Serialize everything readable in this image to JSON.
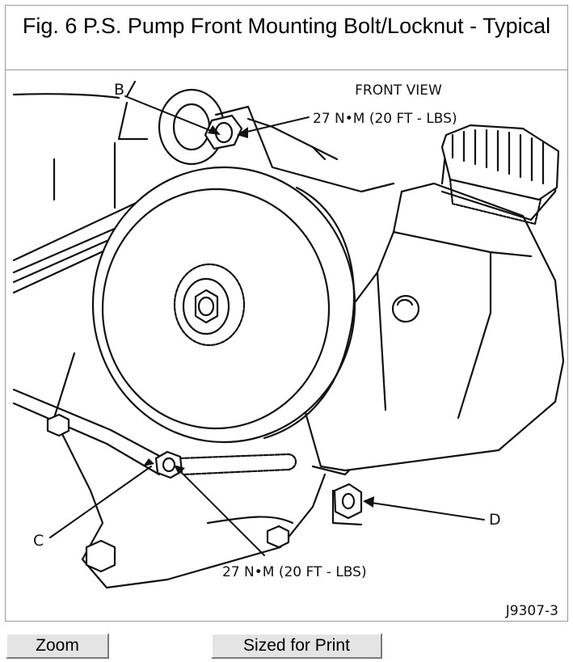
{
  "figure": {
    "caption": "Fig. 6 P.S. Pump Front Mounting Bolt/Locknut - Typical",
    "labels": {
      "view": "FRONT VIEW",
      "callout_b": "B",
      "callout_c": "C",
      "callout_d": "D",
      "torque_top": "27 N•M (20 FT - LBS)",
      "torque_bottom": "27 N•M (20 FT - LBS)",
      "figure_id": "J9307-3"
    }
  },
  "buttons": {
    "zoom": "Zoom",
    "sized_for_print": "Sized for Print"
  }
}
